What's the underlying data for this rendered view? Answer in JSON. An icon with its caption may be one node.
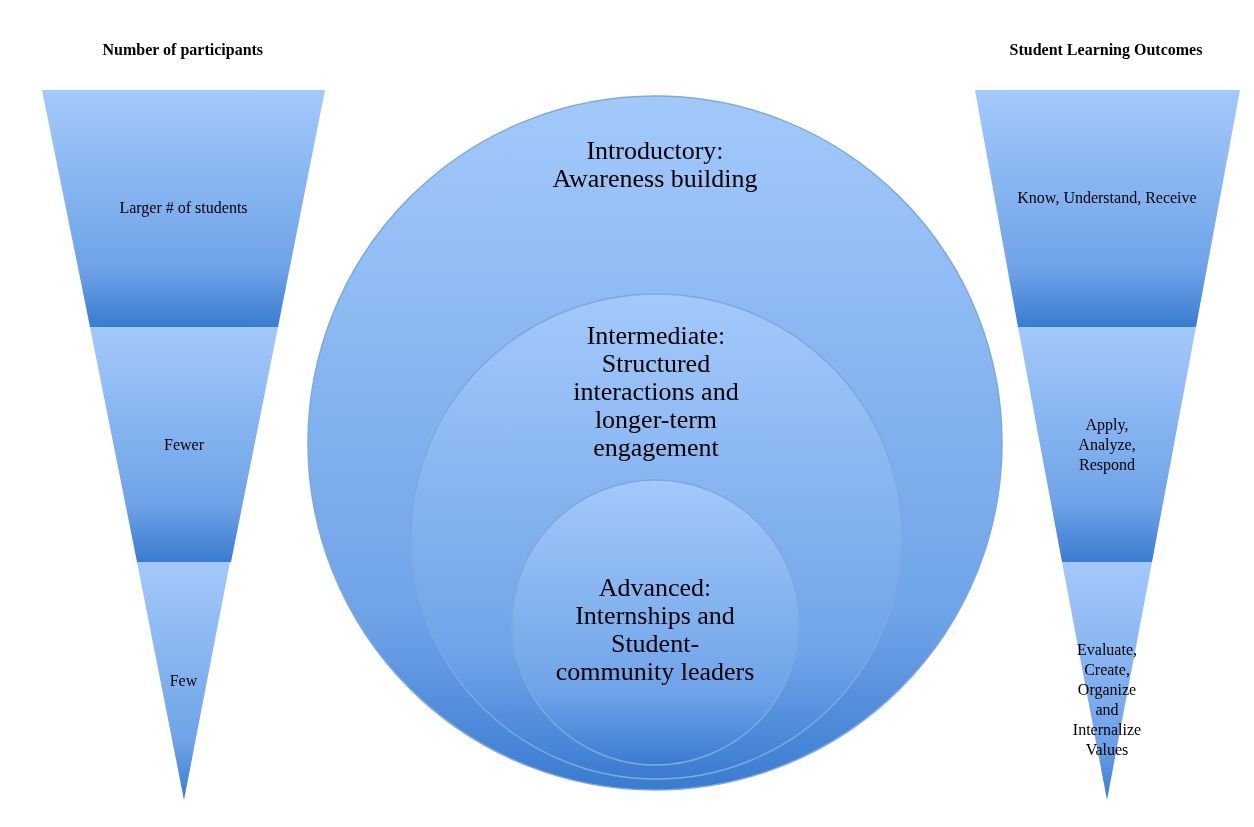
{
  "diagram": {
    "nodes": [
      {
        "text": [
          "Larger # of students"
        ]
      },
      {
        "text": [
          "Fewer"
        ]
      },
      {
        "text": [
          "Few"
        ]
      },
      {
        "text": [
          "Introductory: Awareness building"
        ]
      },
      {
        "text": [
          "Intermediate: Structured interactions and longer-term engagement"
        ],
        "in": 3
      },
      {
        "text": [
          "Advanced: Internships and Student-community leaders"
        ],
        "in": 4
      },
      {
        "text": [
          "Know, Understand, Receive"
        ]
      },
      {
        "text": [
          "Apply, Analyze, Respond"
        ]
      },
      {
        "text": [
          "Evaluate, Create, Organize and Internalize Values"
        ]
      }
    ],
    "labels": [
      "Number of participants",
      "Student Learning Outcomes"
    ]
  }
}
